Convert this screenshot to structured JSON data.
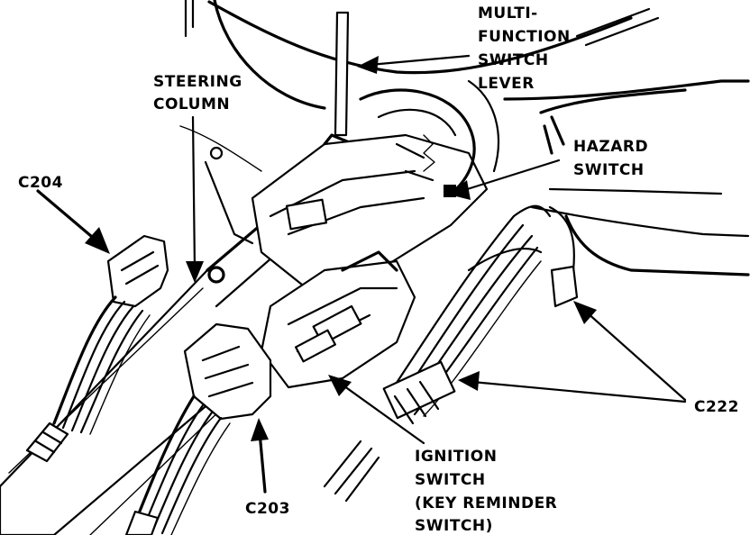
{
  "labels": {
    "multi_function": [
      "MULTI-",
      "FUNCTION",
      "SWITCH",
      "LEVER"
    ],
    "steering_column": [
      "STEERING",
      "COLUMN"
    ],
    "hazard_switch": [
      "HAZARD",
      "SWITCH"
    ],
    "c204": "C204",
    "c222": "C222",
    "c203": "C203",
    "ignition_switch": [
      "IGNITION",
      "SWITCH",
      "(KEY REMINDER",
      "SWITCH)"
    ]
  },
  "colors": {
    "ink": "#000000",
    "paper": "#ffffff"
  }
}
